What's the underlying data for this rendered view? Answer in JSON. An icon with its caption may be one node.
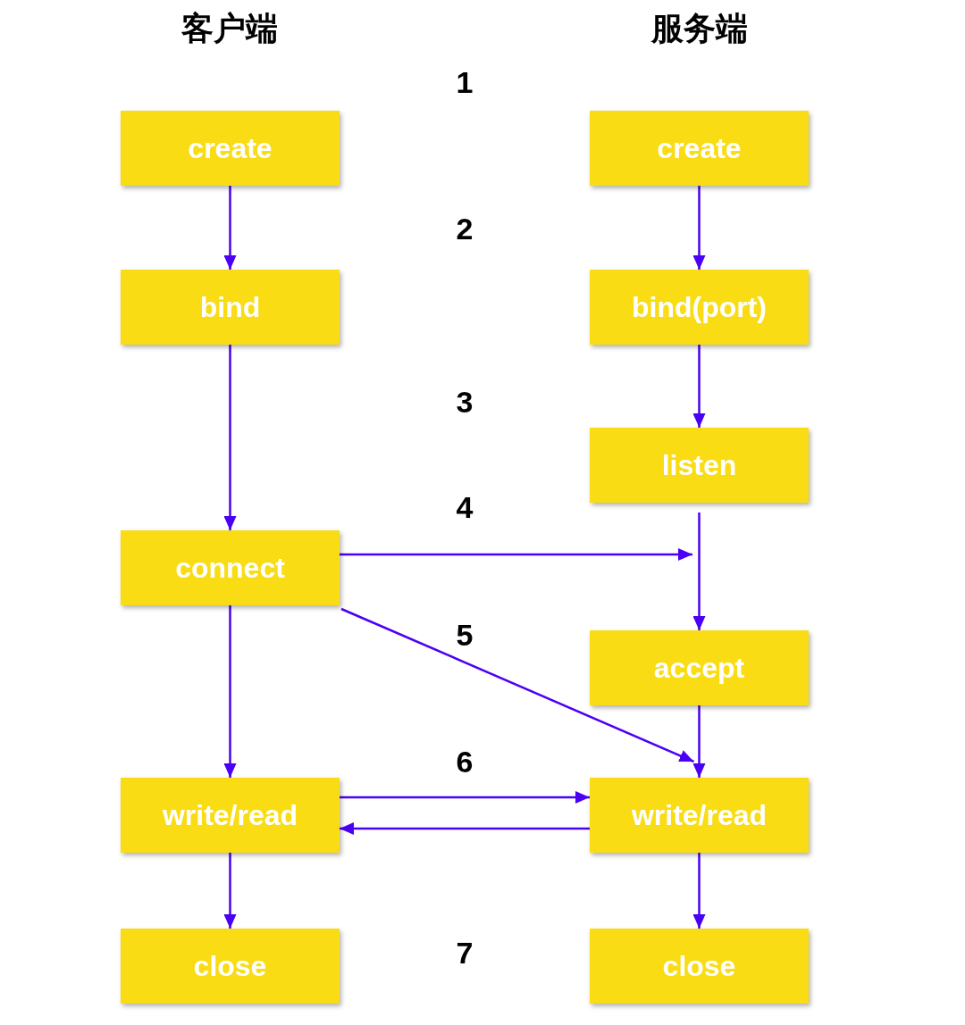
{
  "diagram": {
    "nodes": [
      {
        "text": [
          "create"
        ]
      },
      {
        "text": [
          "create"
        ]
      },
      {
        "text": [
          "bind"
        ]
      },
      {
        "text": [
          "bind(port)"
        ]
      },
      {
        "text": [
          "listen"
        ]
      },
      {
        "text": [
          "connect"
        ]
      },
      {
        "text": [
          "accept"
        ]
      },
      {
        "text": [
          "write/read"
        ]
      },
      {
        "text": [
          "write/read"
        ]
      },
      {
        "text": [
          "close"
        ]
      },
      {
        "text": [
          "close"
        ]
      }
    ],
    "edges": [
      {
        "from": 0,
        "to": 2,
        "arrow": "to"
      },
      {
        "from": 1,
        "to": 3,
        "arrow": "to"
      },
      {
        "from": 3,
        "to": 4,
        "arrow": "to"
      },
      {
        "from": 2,
        "to": 5,
        "arrow": "to"
      },
      {
        "from": 5,
        "to": null,
        "arrow": "to"
      },
      {
        "from": 4,
        "to": 6,
        "arrow": "to"
      },
      {
        "from": 5,
        "to": 8,
        "arrow": "to"
      },
      {
        "from": 6,
        "to": 8,
        "arrow": "to"
      },
      {
        "from": 5,
        "to": 7,
        "arrow": "to"
      },
      {
        "from": 7,
        "to": 8,
        "arrow": "to"
      },
      {
        "from": 8,
        "to": 7,
        "arrow": "to"
      },
      {
        "from": 7,
        "to": 9,
        "arrow": "to"
      },
      {
        "from": 8,
        "to": 10,
        "arrow": "to"
      }
    ],
    "labels": [
      "客户端",
      "服务端",
      "1",
      "2",
      "3",
      "4",
      "5",
      "6",
      "7"
    ]
  }
}
